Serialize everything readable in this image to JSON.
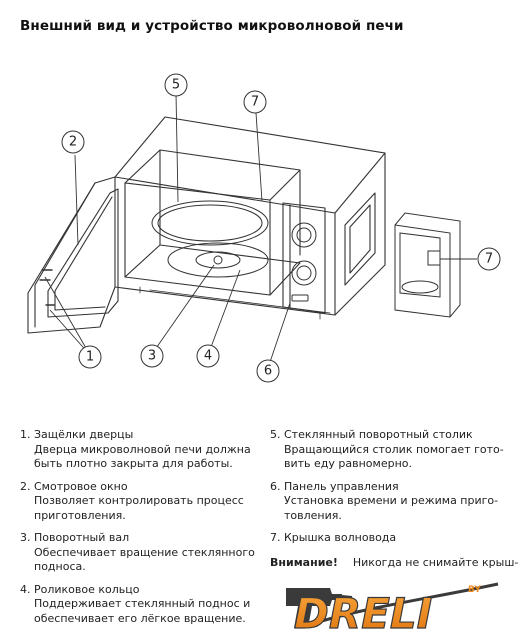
{
  "page": {
    "title": "Внешний вид и устройство микроволновой печи"
  },
  "diagram": {
    "callouts": [
      "1",
      "2",
      "3",
      "4",
      "5",
      "6",
      "7",
      "7"
    ]
  },
  "parts_left": [
    {
      "num": "1.",
      "name": "Защёлки дверцы",
      "desc": [
        "Дверца микроволновой печи должна",
        "быть плотно закрыта для работы."
      ]
    },
    {
      "num": "2.",
      "name": "Смотровое окно",
      "desc": [
        "Позволяет контролировать процесс",
        "приготовления."
      ]
    },
    {
      "num": "3.",
      "name": "Поворотный вал",
      "desc": [
        "Обеспечивает вращение стеклянного",
        "подноса."
      ]
    },
    {
      "num": "4.",
      "name": "Роликовое кольцо",
      "desc": [
        "Поддерживает стеклянный поднос и",
        "обеспечивает его лёгкое вращение."
      ]
    }
  ],
  "parts_right": [
    {
      "num": "5.",
      "name": "Стеклянный поворотный столик",
      "desc": [
        "Вращающийся столик помогает гото-",
        "вить еду равномерно."
      ]
    },
    {
      "num": "6.",
      "name": "Панель управления",
      "desc": [
        "Установка времени и режима приго-",
        "товления."
      ]
    },
    {
      "num": "7.",
      "name": "Крышка волновода",
      "desc": []
    }
  ],
  "warning": {
    "label": "Внимание!",
    "text": "Никогда не снимайте крыш-"
  },
  "logo": {
    "text": "DRELI",
    "superscript": "BY"
  },
  "colors": {
    "logo_orange": "#f08a1c",
    "logo_dark": "#3a3a3a"
  }
}
